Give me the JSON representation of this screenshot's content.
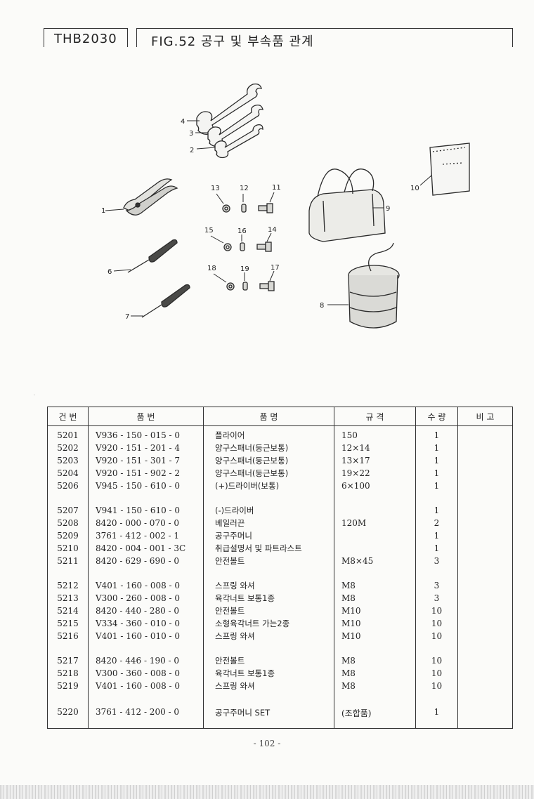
{
  "header": {
    "model": "THB2030",
    "figure_title": "FIG.52 공구 및 부속품 관계"
  },
  "callouts": [
    "1",
    "2",
    "3",
    "4",
    "6",
    "7",
    "8",
    "9",
    "10",
    "11",
    "12",
    "13",
    "14",
    "15",
    "16",
    "17",
    "18",
    "19"
  ],
  "table": {
    "headers": {
      "item_no": "건  번",
      "part_no": "품        번",
      "name": "품                    명",
      "spec": "규        격",
      "qty": "수 량",
      "remark": "비   고"
    },
    "rows": [
      {
        "no": "5201",
        "part": "V936 - 150 - 015 - 0",
        "name": "플라이어",
        "spec": "150",
        "qty": "1"
      },
      {
        "no": "5202",
        "part": "V920 - 151 - 201 - 4",
        "name": "양구스패너(둥근보통)",
        "spec": "12×14",
        "qty": "1"
      },
      {
        "no": "5203",
        "part": "V920 - 151 - 301 - 7",
        "name": "양구스패너(둥근보통)",
        "spec": "13×17",
        "qty": "1"
      },
      {
        "no": "5204",
        "part": "V920 - 151 - 902 - 2",
        "name": "양구스패너(둥근보통)",
        "spec": "19×22",
        "qty": "1"
      },
      {
        "no": "5206",
        "part": "V945 - 150 - 610 - 0",
        "name": "(+)드라이버(보통)",
        "spec": "6×100",
        "qty": "1"
      },
      {
        "gap": true
      },
      {
        "no": "5207",
        "part": "V941 - 150 - 610 - 0",
        "name": "(-)드라이버",
        "spec": "",
        "qty": "1"
      },
      {
        "no": "5208",
        "part": "8420 - 000 - 070 - 0",
        "name": "베일러끈",
        "spec": "120M",
        "qty": "2"
      },
      {
        "no": "5209",
        "part": "3761 - 412 - 002 - 1",
        "name": "공구주머니",
        "spec": "",
        "qty": "1"
      },
      {
        "no": "5210",
        "part": "8420 - 004 - 001 - 3C",
        "name": "취급설명서 및 파트라스트",
        "spec": "",
        "qty": "1"
      },
      {
        "no": "5211",
        "part": "8420 - 629 - 690 - 0",
        "name": "안전볼트",
        "spec": "M8×45",
        "qty": "3"
      },
      {
        "gap": true
      },
      {
        "no": "5212",
        "part": "V401 - 160 - 008 - 0",
        "name": "스프링 와셔",
        "spec": "M8",
        "qty": "3"
      },
      {
        "no": "5213",
        "part": "V300 - 260 - 008 - 0",
        "name": "육각너트 보통1종",
        "spec": "M8",
        "qty": "3"
      },
      {
        "no": "5214",
        "part": "8420 - 440 - 280 - 0",
        "name": "안전볼트",
        "spec": "M10",
        "qty": "10"
      },
      {
        "no": "5215",
        "part": "V334 - 360 - 010 - 0",
        "name": "소형육각너트 가는2종",
        "spec": "M10",
        "qty": "10"
      },
      {
        "no": "5216",
        "part": "V401 - 160 - 010 - 0",
        "name": "스프링 와셔",
        "spec": "M10",
        "qty": "10"
      },
      {
        "gap": true
      },
      {
        "no": "5217",
        "part": "8420 - 446 - 190 - 0",
        "name": "안전볼트",
        "spec": "M8",
        "qty": "10"
      },
      {
        "no": "5218",
        "part": "V300 - 360 - 008 - 0",
        "name": "육각너트 보통1종",
        "spec": "M8",
        "qty": "10"
      },
      {
        "no": "5219",
        "part": "V401 - 160 - 008 - 0",
        "name": "스프링 와셔",
        "spec": "M8",
        "qty": "10"
      },
      {
        "gap": true
      },
      {
        "no": "5220",
        "part": "3761 - 412 - 200 - 0",
        "name": "공구주머니 SET",
        "spec": "(조합품)",
        "qty": "1"
      }
    ]
  },
  "page_number": "- 102 -"
}
